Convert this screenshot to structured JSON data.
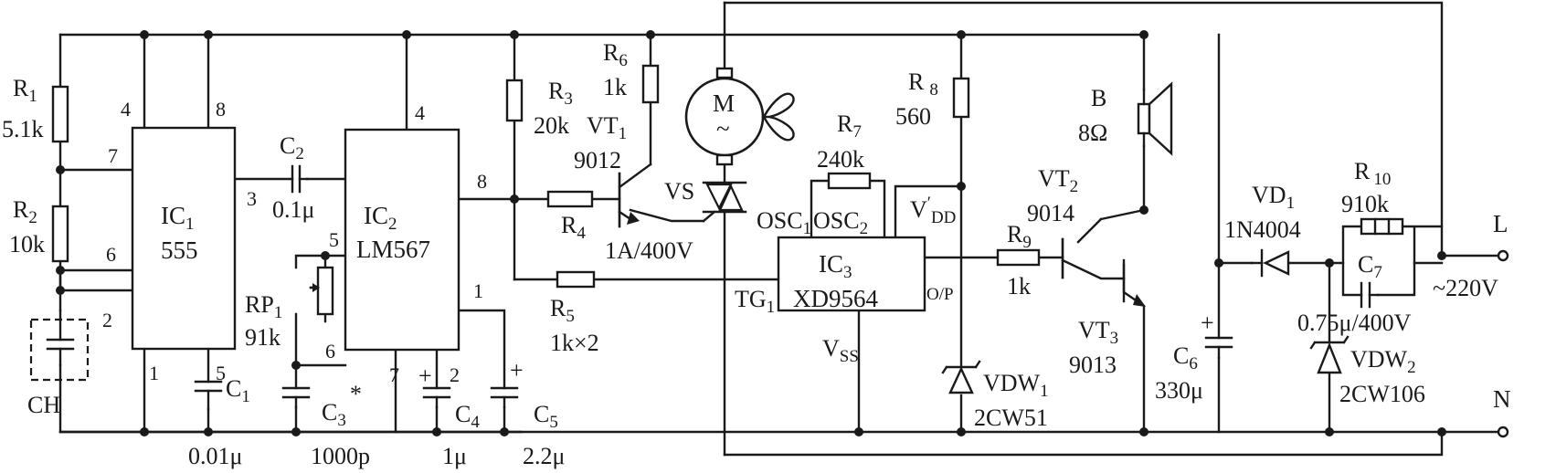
{
  "components": {
    "R1": {
      "name": "R",
      "sub": "1",
      "value": "5.1k"
    },
    "R2": {
      "name": "R",
      "sub": "2",
      "value": "10k"
    },
    "R3": {
      "name": "R",
      "sub": "3",
      "value": "20k"
    },
    "R4": {
      "name": "R",
      "sub": "4"
    },
    "R5": {
      "name": "R",
      "sub": "5",
      "value": "1k×2"
    },
    "R6": {
      "name": "R",
      "sub": "6",
      "value": "1k"
    },
    "R7": {
      "name": "R",
      "sub": "7",
      "value": "240k"
    },
    "R8": {
      "name": "R",
      "sub": "8",
      "value": "560"
    },
    "R9": {
      "name": "R",
      "sub": "9",
      "value": "1k"
    },
    "R10": {
      "name": "R",
      "sub": "10",
      "value": "910k"
    },
    "RP1": {
      "name": "RP",
      "sub": "1",
      "value": "91k"
    },
    "C1": {
      "name": "C",
      "sub": "1",
      "value": "0.01μ"
    },
    "C2": {
      "name": "C",
      "sub": "2",
      "value": "0.1μ"
    },
    "C3": {
      "name": "C",
      "sub": "3",
      "mark": "*",
      "value": "1000p"
    },
    "C4": {
      "name": "C",
      "sub": "4",
      "value": "1μ"
    },
    "C5": {
      "name": "C",
      "sub": "5",
      "value": "2.2μ"
    },
    "C6": {
      "name": "C",
      "sub": "6",
      "value": "330μ"
    },
    "C7": {
      "name": "C",
      "sub": "7",
      "value": "0.75μ/400V"
    },
    "IC1": {
      "name": "IC",
      "sub": "1",
      "part": "555"
    },
    "IC2": {
      "name": "IC",
      "sub": "2",
      "part": "LM567"
    },
    "IC3": {
      "name": "IC",
      "sub": "3",
      "part": "XD9564"
    },
    "VT1": {
      "name": "VT",
      "sub": "1",
      "part": "9012"
    },
    "VT2": {
      "name": "VT",
      "sub": "2",
      "part": "9014"
    },
    "VT3": {
      "name": "VT",
      "sub": "3",
      "part": "9013"
    },
    "VS": {
      "name": "VS",
      "rating": "1A/400V"
    },
    "M": {
      "name": "M",
      "symbol": "~"
    },
    "B": {
      "name": "B",
      "value": "8Ω"
    },
    "VD1": {
      "name": "VD",
      "sub": "1",
      "part": "1N4004"
    },
    "VDW1": {
      "name": "VDW",
      "sub": "1",
      "part": "2CW51"
    },
    "VDW2": {
      "name": "VDW",
      "sub": "2",
      "part": "2CW106"
    },
    "CH": {
      "name": "CH"
    }
  },
  "pins": {
    "ic1": [
      "4",
      "8",
      "7",
      "3",
      "6",
      "2",
      "1",
      "5"
    ],
    "ic2": [
      "4",
      "5",
      "8",
      "6",
      "1",
      "7",
      "2"
    ]
  },
  "ic3_pins": {
    "osc1": "OSC",
    "osc1_sub": "1",
    "osc2": "OSC",
    "osc2_sub": "2",
    "vdd": "V",
    "vdd_prime": "′",
    "vdd_sub": "DD",
    "tg": "TG",
    "tg_sub": "1",
    "op": "O/P",
    "vss": "V",
    "vss_sub": "SS"
  },
  "terminals": {
    "L": "L",
    "N": "N",
    "ac": "~220V"
  },
  "polarity": "+"
}
